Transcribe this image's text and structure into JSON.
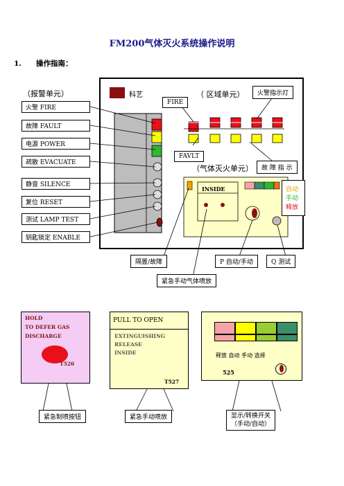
{
  "doc": {
    "title": "FM200气体灭火系统操作说明",
    "section_num": "1.",
    "section_title": "操作指南："
  },
  "diagram": {
    "alarm_unit": "（报警单元）",
    "brand": "科艺",
    "zone_unit": "（ 区域单元）",
    "fire_indicator": "火警指示灯",
    "fire": "FIRE",
    "fault": "FAVLT",
    "fault_indicator": "故 障 指 示",
    "gas_unit": "（气体灭火单元）",
    "inside": "INSIDE",
    "mode_auto": "自动",
    "mode_manual": "手动",
    "mode_release": "释放",
    "left_labels": [
      "火警 FIRE",
      "故障 FAULT",
      "电源 POWER",
      "疏散 EVACUATE",
      "静音 SILENCE",
      "复位 RESET",
      "测试 LAMP TEST",
      "钥匙锁定 ENABLE"
    ],
    "isolate_fault": "隔置/故障",
    "p_auto_manual": "P 自动/手动",
    "q_test": "Q 测试",
    "manual_discharge": "紧急手动气体喷放"
  },
  "panels": {
    "hold": {
      "line1": "HOLD",
      "line2": "TO DEFER GAS",
      "line3": "DISCHARGE",
      "code": "T526",
      "bg": "#f4ccf4",
      "caption": "紧急制喷按钮"
    },
    "pull": {
      "header": "PULL TO    OPEN",
      "line1": "EXTINGUISHING",
      "line2": "RELEASE",
      "line3": "INSIDE",
      "code": "T527",
      "bg": "#ffffc8",
      "caption": "紧急手动喷放"
    },
    "mode": {
      "labels": "释放    自动    手动      选择",
      "code": "525",
      "bg": "#ffffc8",
      "caption_line1": "显示/转换开关",
      "caption_line2": "（手动/自动）"
    }
  },
  "colors": {
    "red": "#e8101a",
    "yellow": "#ffff00",
    "green": "#2eb82e",
    "teal": "#3a8f6a",
    "olive": "#9acd32",
    "pink": "#f4a3a8",
    "grey": "#bdbdbd",
    "maroon": "#8b1010"
  }
}
